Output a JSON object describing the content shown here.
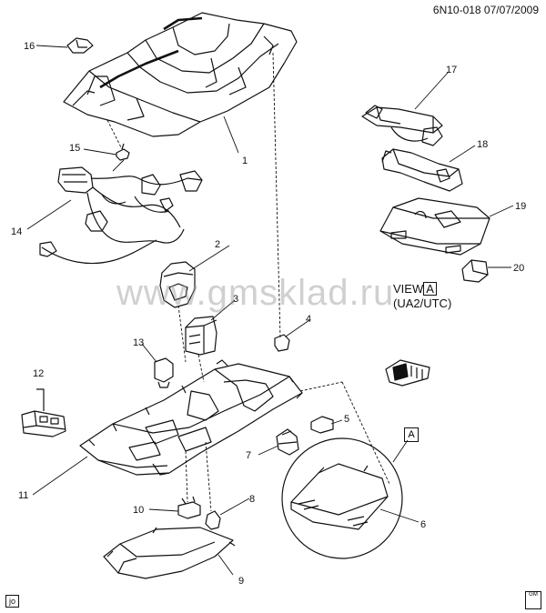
{
  "header": {
    "code": "6N10-018 07/07/2009"
  },
  "callouts": [
    "1",
    "2",
    "3",
    "4",
    "5",
    "6",
    "7",
    "8",
    "9",
    "10",
    "11",
    "12",
    "13",
    "14",
    "15",
    "16",
    "17",
    "18",
    "19",
    "20"
  ],
  "view_label": {
    "line1": "VIEW",
    "box": "A",
    "line2": "(UA2/UTC)"
  },
  "detail_ref": "A",
  "watermark": "www.gmsklad.ru",
  "corner_tag": "jo",
  "corner_badge": "GM"
}
